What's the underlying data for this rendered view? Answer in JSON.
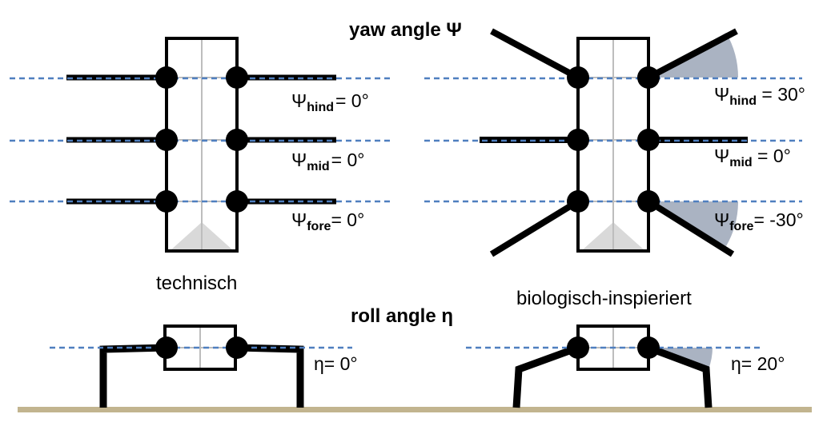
{
  "title_yaw": "yaw angle Ψ",
  "title_roll": "roll angle η",
  "technical": {
    "label": "technisch",
    "yaw": [
      {
        "symbol": "Ψ",
        "sub": "hind",
        "value": "= 0°",
        "angle_deg": 0
      },
      {
        "symbol": "Ψ",
        "sub": "mid",
        "value": "= 0°",
        "angle_deg": 0
      },
      {
        "symbol": "Ψ",
        "sub": "fore",
        "value": "= 0°",
        "angle_deg": 0
      }
    ],
    "roll": {
      "text": "η= 0°",
      "angle_deg": 0
    }
  },
  "biological": {
    "label": "biologisch-inspieriert",
    "yaw": [
      {
        "symbol": "Ψ",
        "sub": "hind",
        "value": " = 30°",
        "angle_deg": 30
      },
      {
        "symbol": "Ψ",
        "sub": "mid",
        "value": " = 0°",
        "angle_deg": 0
      },
      {
        "symbol": "Ψ",
        "sub": "fore",
        "value": "= -30°",
        "angle_deg": -30
      }
    ],
    "roll": {
      "text": "η= 20°",
      "angle_deg": 20
    }
  },
  "colors": {
    "dashed_reference": "#4f7fbf",
    "sector_fill": "#aab3c2",
    "ground": "#c2b48f",
    "body_triangle": "#d9d9d9",
    "center_line": "#bdbdbd"
  }
}
